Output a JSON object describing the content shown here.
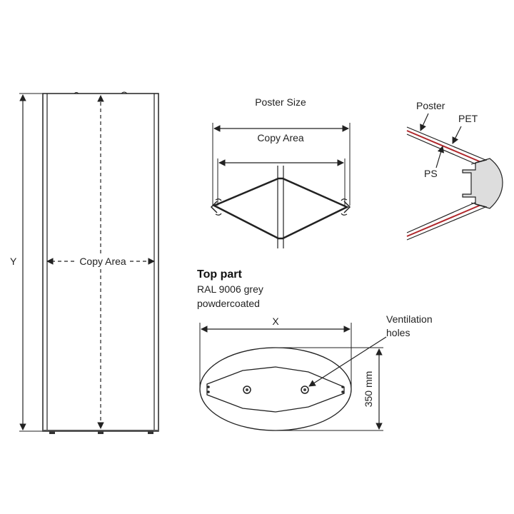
{
  "column": {
    "height_label": "Y",
    "copy_area_label": "Copy Area"
  },
  "top_view": {
    "poster_size_label": "Poster Size",
    "copy_area_label": "Copy Area"
  },
  "section_detail": {
    "poster_label": "Poster",
    "pet_label": "PET",
    "ps_label": "PS"
  },
  "top_part": {
    "title": "Top part",
    "line1": "RAL 9006 grey",
    "line2": "powdercoated",
    "width_label": "X",
    "depth_label": "350 mm",
    "vent_line1": "Ventilation",
    "vent_line2": "holes"
  },
  "colors": {
    "line": "#222222",
    "accent_red": "#b0282c",
    "fill_grey": "#dddddd"
  }
}
